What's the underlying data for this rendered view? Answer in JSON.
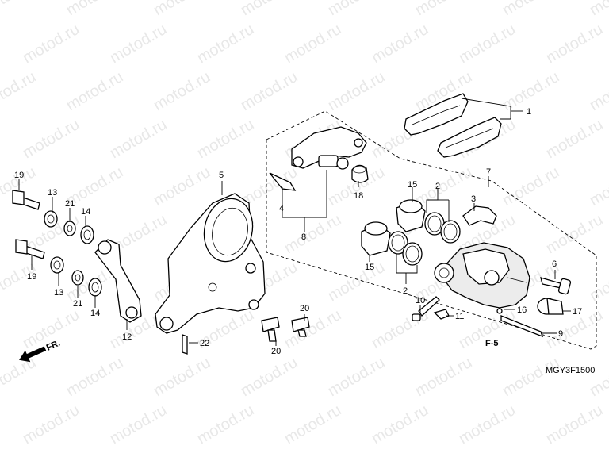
{
  "watermark": "motod.ru",
  "callouts": {
    "c1": "1",
    "c2a": "2",
    "c2b": "2",
    "c3": "3",
    "c4": "4",
    "c5": "5",
    "c6": "6",
    "c7": "7",
    "c8": "8",
    "c9": "9",
    "c10": "10",
    "c11": "11",
    "c12": "12",
    "c13a": "13",
    "c13b": "13",
    "c14a": "14",
    "c14b": "14",
    "c15a": "15",
    "c15b": "15",
    "c16": "16",
    "c17": "17",
    "c18": "18",
    "c19a": "19",
    "c19b": "19",
    "c20a": "20",
    "c20b": "20",
    "c21a": "21",
    "c21b": "21",
    "c22": "22"
  },
  "reference": "F-5",
  "front_label": "FR.",
  "diagram_code": "MGY3F1500"
}
